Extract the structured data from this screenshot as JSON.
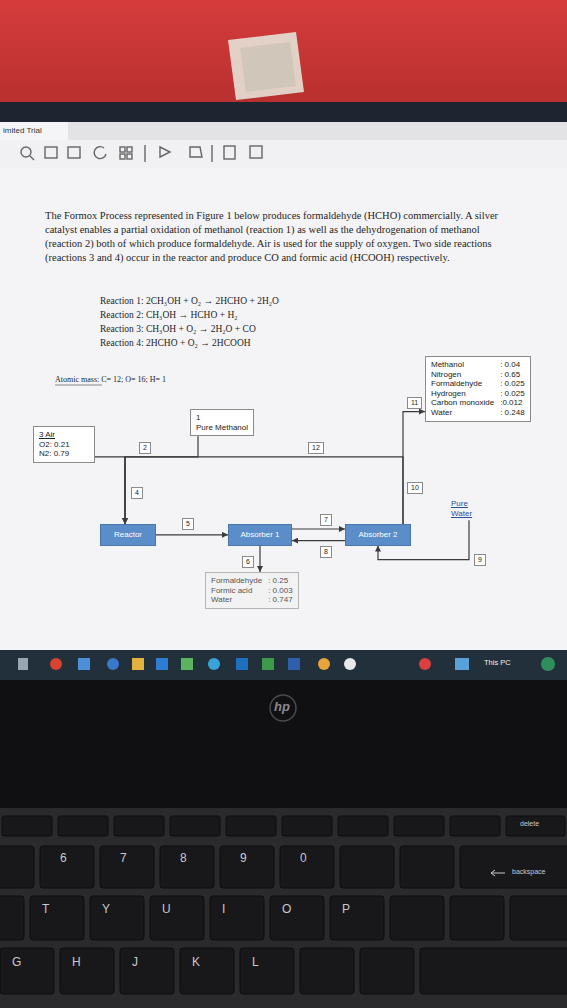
{
  "diagram": {
    "nodes": [
      {
        "text": [
          "3 Air",
          "O2: 0.21",
          "N2: 0.79"
        ]
      },
      {
        "text": [
          "1",
          "Pure Methanol"
        ]
      },
      {
        "text": [
          "Reactor"
        ]
      },
      {
        "text": [
          "Absorber 1"
        ]
      },
      {
        "text": [
          "Absorber 2"
        ]
      },
      {
        "text": [
          "Methanol",
          ": 0.04",
          "Nitrogen",
          ": 0.65",
          "Formaldehyde",
          ": 0.025",
          "Hydrogen",
          ": 0.025",
          "Carbon monoxide",
          ":0.012",
          "Water",
          ": 0.248"
        ]
      },
      {
        "text": [
          "Formaldehyde",
          ": 0.25",
          "Formic acid",
          ": 0.003",
          "Water",
          ": 0.747"
        ]
      },
      {
        "text": [
          "Pure Water"
        ]
      }
    ],
    "edges": [
      {
        "from": 0,
        "to": 2,
        "label": "2",
        "arrow": "to"
      },
      {
        "from": 1,
        "to": 2,
        "arrow": "to"
      },
      {
        "from": 2,
        "to": 3,
        "label": "5",
        "arrow": "to"
      },
      {
        "from": 3,
        "to": 6,
        "label": "6",
        "arrow": "to"
      },
      {
        "from": 3,
        "to": 4,
        "label": "7",
        "arrow": "to"
      },
      {
        "from": 4,
        "to": 3,
        "label": "8",
        "arrow": "to"
      },
      {
        "from": 7,
        "to": 4,
        "label": "9",
        "arrow": "to"
      },
      {
        "from": 4,
        "to": 5,
        "label": "10",
        "arrow": "to"
      },
      {
        "from": 4,
        "to": 2,
        "label": "12",
        "arrow": "to"
      }
    ],
    "labels": [
      "imited Trial",
      "The Formox Process represented in Figure 1 below produces formaldehyde (HCHO) commercially. A silver catalyst enables a partial oxidation of methanol (reaction 1) as well as the dehydrogenation of methanol (reaction 2) both of which produce formaldehyde. Air is used for the supply of oxygen. Two side reactions (reactions 3 and 4) occur in the reactor and produce CO and formic acid (HCOOH) respectively.",
      "Reaction 1: 2CH₃OH + O₂ → 2HCHO + 2H₂O",
      "Reaction 2: CH₃OH → HCHO + H₂",
      "Reaction 3: CH₃OH + O₂ → 2H₂O + CO",
      "Reaction 4: 2HCHO + O₂ → 2HCOOH",
      "Atomic mass: C= 12; O= 16; H= 1",
      "4",
      "11",
      "This PC",
      "hp",
      "6",
      "7",
      "8",
      "9",
      "0",
      "backspace",
      "delete",
      "T",
      "Y",
      "U",
      "I",
      "O",
      "P",
      "G",
      "H",
      "J",
      "K",
      "L"
    ]
  }
}
